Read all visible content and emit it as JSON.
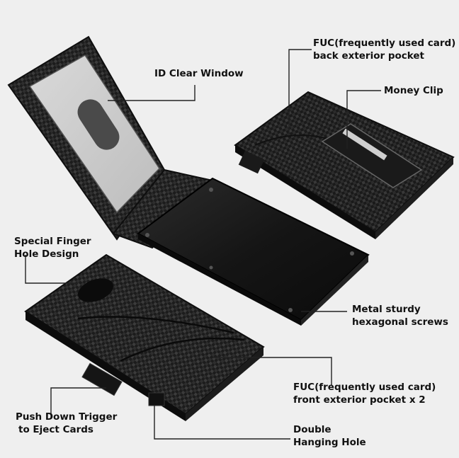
{
  "callouts": {
    "fuc_back": {
      "line1": "FUC(frequently used card)",
      "line2": "back exterior pocket"
    },
    "id_window": {
      "text": "ID Clear Window"
    },
    "money_clip": {
      "text": "Money Clip"
    },
    "finger_hole": {
      "line1": "Special Finger",
      "line2": "Hole Design"
    },
    "screws": {
      "line1": "Metal sturdy",
      "line2": "hexagonal screws"
    },
    "fuc_front": {
      "line1": "FUC(frequently used card)",
      "line2": "front exterior pocket x 2"
    },
    "trigger": {
      "line1": "Push Down Trigger",
      "line2": "to Eject Cards"
    },
    "hanging_hole": {
      "line1": "Double",
      "line2": "Hanging Hole"
    }
  },
  "colors": {
    "background": "#efefef",
    "carbon_dark": "#1a1a1a",
    "carbon_light": "#3a3a3a",
    "metal": "#161616",
    "leader_line": "#222222"
  }
}
